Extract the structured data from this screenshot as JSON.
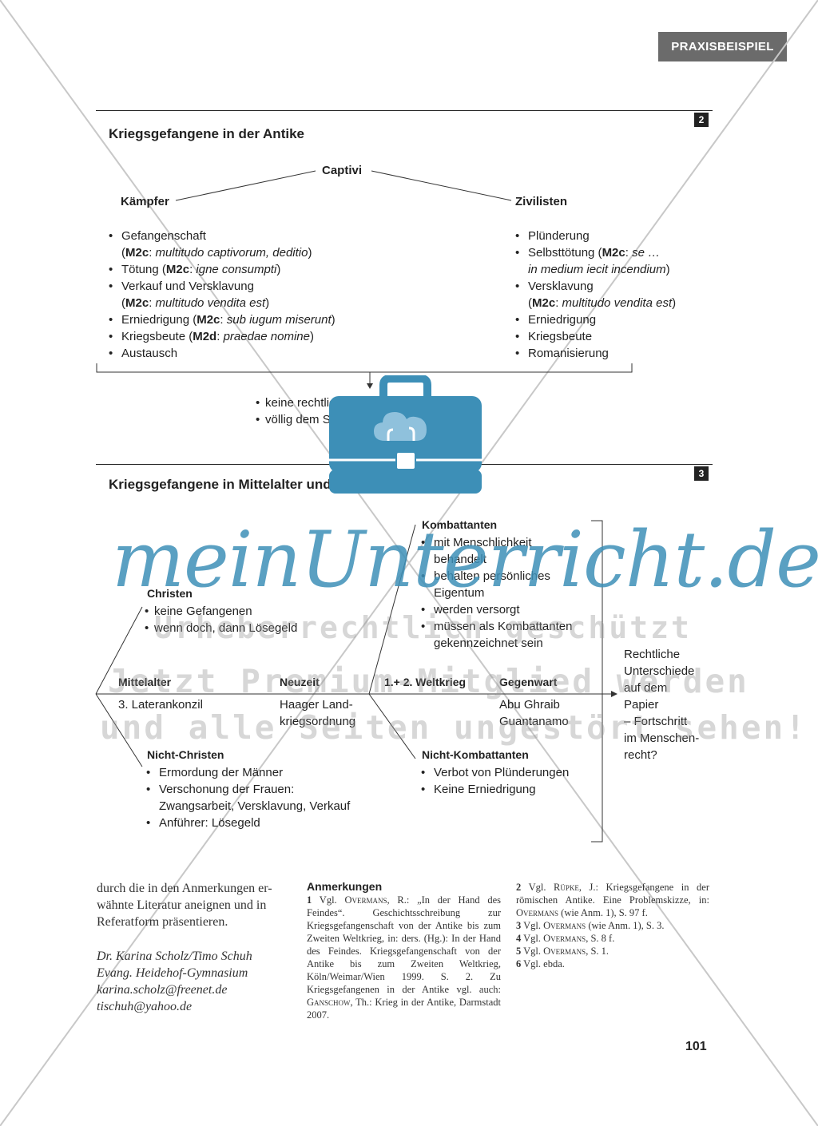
{
  "header": {
    "tag": "PRAXISBEISPIEL"
  },
  "sec2": {
    "num": "2",
    "title": "Kriegsgefangene in der Antike",
    "root": "Captivi",
    "left_head": "Kämpfer",
    "right_head": "Zivilisten",
    "left_items": [
      {
        "parts": [
          {
            "t": "Gefangenschaft"
          }
        ]
      },
      {
        "cont": true,
        "parts": [
          {
            "t": "("
          },
          {
            "t": "M2c",
            "s": "b"
          },
          {
            "t": ": "
          },
          {
            "t": "multitudo captivorum, deditio",
            "s": "i"
          },
          {
            "t": ")"
          }
        ]
      },
      {
        "parts": [
          {
            "t": "Tötung ("
          },
          {
            "t": "M2c",
            "s": "b"
          },
          {
            "t": ": "
          },
          {
            "t": "igne consumpti",
            "s": "i"
          },
          {
            "t": ")"
          }
        ]
      },
      {
        "parts": [
          {
            "t": "Verkauf und Versklavung"
          }
        ]
      },
      {
        "cont": true,
        "parts": [
          {
            "t": "("
          },
          {
            "t": "M2c",
            "s": "b"
          },
          {
            "t": ": "
          },
          {
            "t": "multitudo vendita est",
            "s": "i"
          },
          {
            "t": ")"
          }
        ]
      },
      {
        "parts": [
          {
            "t": "Erniedrigung ("
          },
          {
            "t": "M2c",
            "s": "b"
          },
          {
            "t": ": "
          },
          {
            "t": "sub iugum miserunt",
            "s": "i"
          },
          {
            "t": ")"
          }
        ]
      },
      {
        "parts": [
          {
            "t": "Kriegsbeute ("
          },
          {
            "t": "M2d",
            "s": "b"
          },
          {
            "t": ": "
          },
          {
            "t": "praedae nomine",
            "s": "i"
          },
          {
            "t": ")"
          }
        ]
      },
      {
        "parts": [
          {
            "t": "Austausch"
          }
        ]
      }
    ],
    "right_items": [
      {
        "parts": [
          {
            "t": "Plünderung"
          }
        ]
      },
      {
        "parts": [
          {
            "t": "Selbsttötung ("
          },
          {
            "t": "M2c",
            "s": "b"
          },
          {
            "t": ": "
          },
          {
            "t": "se …",
            "s": "i"
          }
        ]
      },
      {
        "cont": true,
        "parts": [
          {
            "t": "in medium iecit incendium",
            "s": "i"
          },
          {
            "t": ")"
          }
        ]
      },
      {
        "parts": [
          {
            "t": "Versklavung"
          }
        ]
      },
      {
        "cont": true,
        "parts": [
          {
            "t": "("
          },
          {
            "t": "M2c",
            "s": "b"
          },
          {
            "t": ": "
          },
          {
            "t": "multitudo vendita est",
            "s": "i"
          },
          {
            "t": ")"
          }
        ]
      },
      {
        "parts": [
          {
            "t": "Erniedrigung"
          }
        ]
      },
      {
        "parts": [
          {
            "t": "Kriegsbeute"
          }
        ]
      },
      {
        "parts": [
          {
            "t": "Romanisierung"
          }
        ]
      }
    ],
    "result": [
      "keine rechtlichen Unterschiede",
      "völlig dem Sieger ausgeliefert"
    ]
  },
  "sec3": {
    "num": "3",
    "title": "Kriegsgefangene in Mittelalter und Neuzeit",
    "christen": {
      "head": "Christen",
      "items": [
        "keine Gefangenen",
        "wenn doch, dann Lösegeld"
      ]
    },
    "nichtchristen": {
      "head": "Nicht-Christen",
      "items": [
        "Ermordung der Männer",
        "Verschonung der Frauen:",
        "Zwangsarbeit, Versklavung, Verkauf",
        "Anführer: Lösegeld"
      ]
    },
    "kombattanten": {
      "head": "Kombattanten",
      "items": [
        "mit Menschlichkeit",
        "behandelt",
        "behalten persönliches",
        "Eigentum",
        "werden versorgt",
        "müssen als Kombattanten",
        "gekennzeichnet sein"
      ]
    },
    "nichtkombattanten": {
      "head": "Nicht-Kombattanten",
      "items": [
        "Verbot von Plünderungen",
        "Keine Erniedrigung"
      ]
    },
    "timeline": {
      "mittelalter": {
        "head": "Mittelalter",
        "sub": "3. Laterankonzil"
      },
      "neuzeit": {
        "head": "Neuzeit",
        "sub1": "Haager Land-",
        "sub2": "kriegsordnung"
      },
      "weltkrieg": {
        "head": "1.+ 2. Weltkrieg"
      },
      "gegenwart": {
        "head": "Gegenwart",
        "sub1": "Abu Ghraib",
        "sub2": "Guantanamo"
      }
    },
    "conclusion": [
      "Rechtliche",
      "Unterschiede",
      "auf dem",
      "Papier",
      "– Fortschritt",
      "im Menschen-",
      "recht?"
    ]
  },
  "bottom": {
    "col1": [
      "durch die in den Anmerkungen er-",
      "wähnte Literatur aneignen und in",
      "Referatform präsentieren."
    ],
    "authors": [
      "Dr. Karina Scholz/Timo Schuh",
      "Evang. Heidehof-Gymnasium",
      "karina.scholz@freenet.de",
      "tischuh@yahoo.de"
    ],
    "notes_head": "Anmerkungen",
    "note1_num": "1",
    "note1_pre": "Vgl. ",
    "note1_name": "Overmans",
    "note1_text": ", R.: „In der Hand des Feindes“. Geschichtsschreibung zur Kriegsgefangenschaft von der Antike bis zum Zweiten Weltkrieg, in: ders. (Hg.): In der Hand des Feindes. Kriegsgefangenschaft von der Antike bis zum Zweiten Weltkrieg, Köln/Weimar/Wien 1999. S. 2. Zu Kriegsgefangenen in der Antike vgl. auch: ",
    "note1_name2": "Ganschow",
    "note1_text2": ", Th.: Krieg in der Antike, Darmstadt 2007.",
    "notes_right": [
      {
        "n": "2",
        "pre": "Vgl. ",
        "name": "Rüpke",
        "text": ", J.: Kriegsgefangene in der römischen Antike. Eine Problemskizze, in: ",
        "name2": "Overmans",
        "text2": " (wie Anm. 1), S. 97 f."
      },
      {
        "n": "3",
        "pre": "Vgl. ",
        "name": "Overmans",
        "text": " (wie Anm. 1), S. 3."
      },
      {
        "n": "4",
        "pre": "Vgl. ",
        "name": "Overmans",
        "text": ", S. 8 f."
      },
      {
        "n": "5",
        "pre": "Vgl. ",
        "name": "Overmans",
        "text": ", S. 1."
      },
      {
        "n": "6",
        "pre": "Vgl. ebda.",
        "name": "",
        "text": ""
      }
    ],
    "page_number": "101"
  },
  "watermark": {
    "logo": "meinUnterricht.de",
    "line1": "Urheberrechtlich geschützt",
    "line2": "Jetzt Premium-Mitglied werden",
    "line3": "und alle Seiten ungestört sehen!",
    "logo_color": "#3d8fb7"
  }
}
